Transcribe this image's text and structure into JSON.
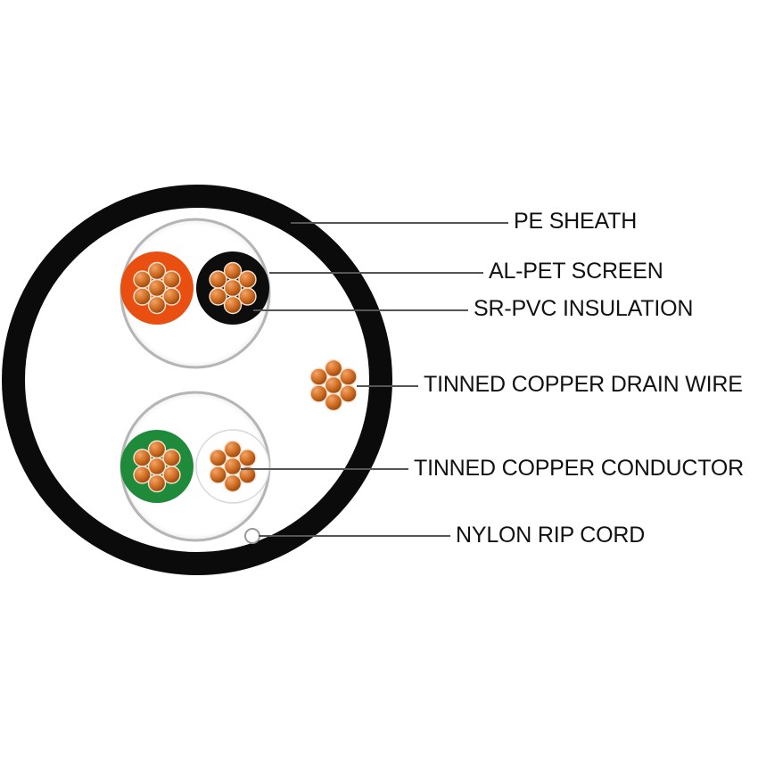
{
  "labels": {
    "pe_sheath": "PE SHEATH",
    "al_pet_screen": "AL-PET SCREEN",
    "sr_pvc_insulation": "SR-PVC INSULATION",
    "drain_wire": "TINNED COPPER DRAIN WIRE",
    "conductor": "TINNED COPPER CONDUCTOR",
    "rip_cord": "NYLON RIP CORD"
  },
  "colors": {
    "sheath": "#0b0b0b",
    "leader_line": "#555555",
    "copper": "#c8651b",
    "copper_highlight": "#e8934a",
    "insulation_orange": "#ea4f12",
    "insulation_black": "#0d0d0d",
    "insulation_green": "#1e8a3a",
    "insulation_white": "#ffffff",
    "screen": "#b9b9b9"
  },
  "icons": {
    "strand": "copper-strand-icon",
    "rip_cord": "nylon-rip-cord-icon"
  }
}
